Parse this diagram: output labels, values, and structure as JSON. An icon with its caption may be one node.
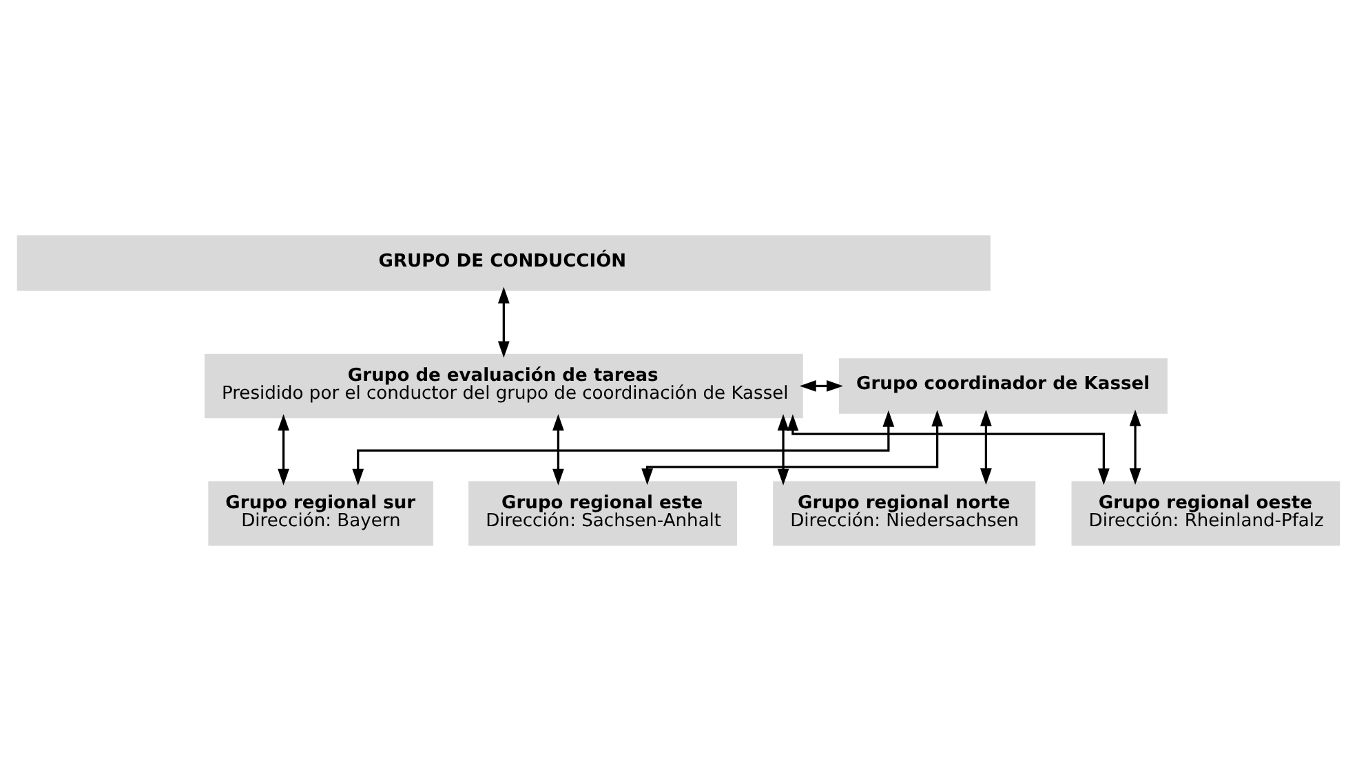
{
  "diagram": {
    "nodes": [
      {
        "text": [
          "GRUPO DE CONDUCCIÓN"
        ]
      },
      {
        "text": [
          "Grupo de evaluación de tareas",
          "Presidido por el conductor del grupo de coordinación de Kassel"
        ]
      },
      {
        "text": [
          "Grupo coordinador de Kassel"
        ]
      },
      {
        "text": [
          "Grupo regional norte",
          "Dirección: Niedersachsen"
        ]
      },
      {
        "text": [
          "Grupo regional oeste",
          "Dirección: Rheinland-Pfalz"
        ]
      },
      {
        "text": [
          "Grupo regional sur",
          "Dirección: Bayern"
        ]
      },
      {
        "text": [
          "Grupo regional este",
          "Dirección: Sachsen-Anhalt"
        ]
      }
    ],
    "edges": [
      {
        "from": 0,
        "to": 1,
        "arrow": "both"
      },
      {
        "from": 1,
        "to": 2,
        "arrow": "both"
      },
      {
        "from": 1,
        "to": 3,
        "arrow": "both"
      },
      {
        "from": 1,
        "to": 4,
        "arrow": "both"
      },
      {
        "from": 1,
        "to": 5,
        "arrow": "both"
      },
      {
        "from": 1,
        "to": 6,
        "arrow": "both"
      },
      {
        "from": 2,
        "to": 3,
        "arrow": "both"
      },
      {
        "from": 2,
        "to": 4,
        "arrow": "both"
      },
      {
        "from": 2,
        "to": 5,
        "arrow": "both"
      },
      {
        "from": 2,
        "to": 6,
        "arrow": "both"
      }
    ]
  }
}
